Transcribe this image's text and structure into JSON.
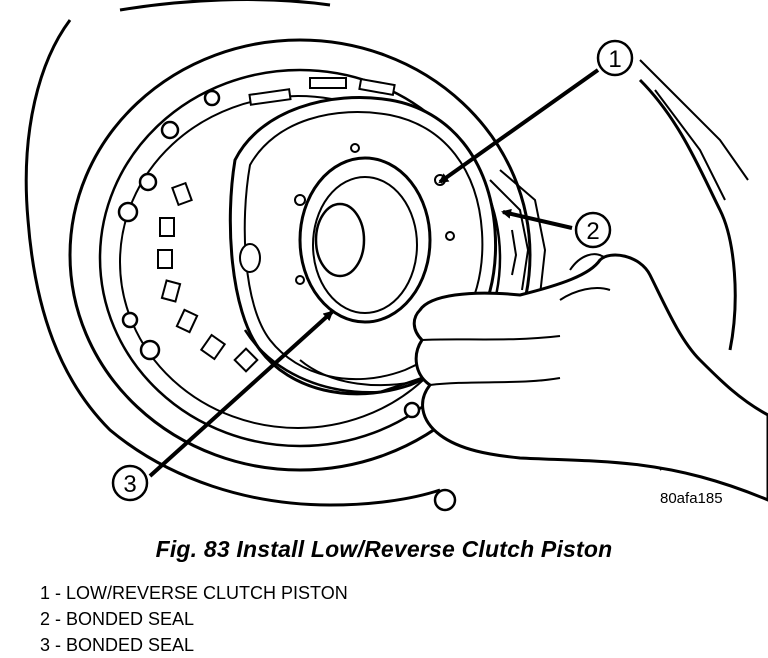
{
  "figure": {
    "code": "80afa185",
    "callouts": [
      {
        "number": "1"
      },
      {
        "number": "2"
      },
      {
        "number": "3"
      }
    ]
  },
  "caption": "Fig. 83 Install Low/Reverse Clutch Piston",
  "legend": [
    "1 - LOW/REVERSE CLUTCH PISTON",
    "2 - BONDED SEAL",
    "3 - BONDED SEAL"
  ]
}
